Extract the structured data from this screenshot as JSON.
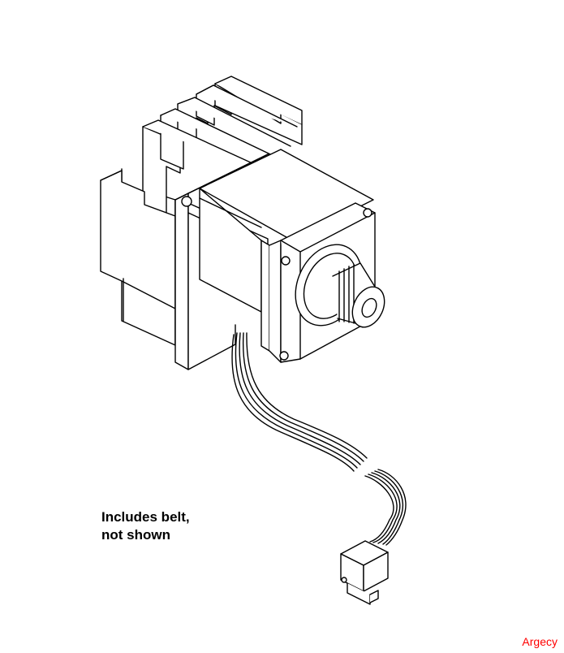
{
  "caption": {
    "line1": "Includes belt,",
    "line2": "not shown"
  },
  "watermark": "Argecy",
  "colors": {
    "stroke": "#000000",
    "fill": "#ffffff",
    "watermark": "#ff0000"
  },
  "icons": [
    "stepper-motor-icon",
    "heat-sink-icon",
    "drive-pulley-icon",
    "wire-harness-icon",
    "connector-icon"
  ]
}
